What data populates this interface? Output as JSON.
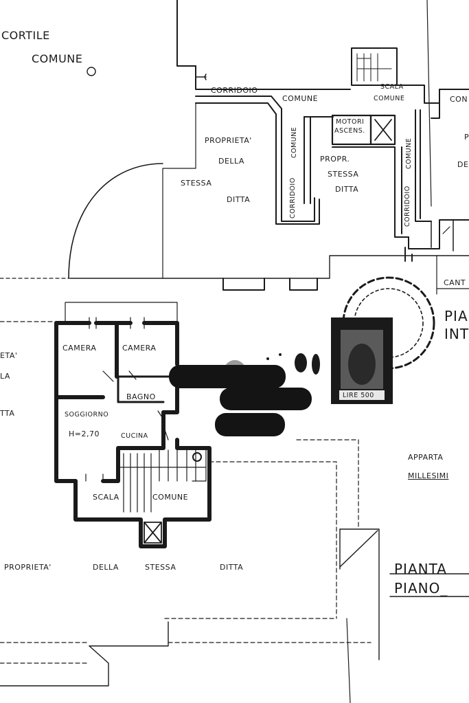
{
  "labels": {
    "cortile_1": "CORTILE",
    "cortile_2": "COMUNE",
    "corridoio_top": "CORRIDOIO",
    "comune_top": "COMUNE",
    "scala_top": "SCALA",
    "comune_scala_top": "COMUNE",
    "con_cut": "CON",
    "motori_1": "MOTORI",
    "motori_2": "ASCENS.",
    "prop_left_1": "PROPRIETA'",
    "prop_left_2": "DELLA",
    "prop_left_3": "STESSA",
    "prop_left_4": "DITTA",
    "prop_mid_1": "PROPR.",
    "prop_mid_2": "STESSA",
    "prop_mid_3": "DITTA",
    "vert_comune_1": "COMUNE",
    "vert_corridoio_1": "CORRIDOIO",
    "vert_comune_2": "COMUNE",
    "vert_corridoio_2": "CORRIDOIO",
    "right_cut_1": "P",
    "right_cut_2": "DE",
    "left_cut_1": "ETA'",
    "left_cut_2": "LA",
    "left_cut_3": "TTA",
    "camera_1": "CAMERA",
    "camera_2": "CAMERA",
    "bagno": "BAGNO",
    "soggiorno": "SOGGIORNO",
    "altezza": "H=2,70",
    "cucina": "CUCINA",
    "scala_bottom": "SCALA",
    "comune_bottom": "COMUNE",
    "prop_bottom_1": "PROPRIETA'",
    "prop_bottom_2": "DELLA",
    "prop_bottom_3": "STESSA",
    "prop_bottom_4": "DITTA",
    "cant_cut": "CANT",
    "pia_cut": "PIA",
    "int_cut": "INT",
    "appart_cut": "APPARTA",
    "millesimi_cut": "MILLESIMI",
    "pianta": "PIANTA",
    "piano": "PIANO_",
    "stamp_value": "LIRE 500"
  },
  "colors": {
    "ink": "#1a1a1a",
    "redaction": "#141414",
    "paper": "#ffffff"
  },
  "icons": {
    "stamp": "revenue-stamp-icon",
    "seal": "round-seal-icon"
  }
}
